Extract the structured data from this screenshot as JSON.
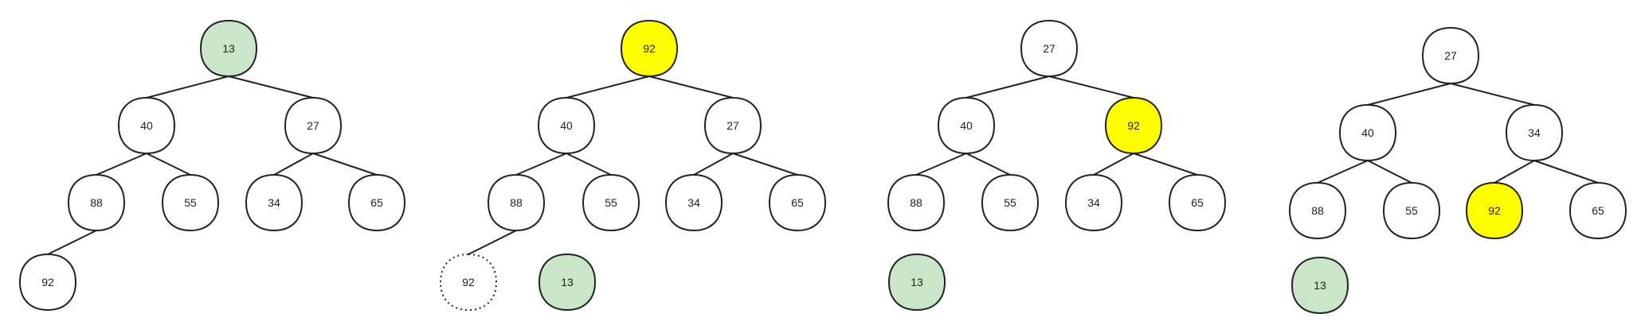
{
  "colors": {
    "default": "#ffffff",
    "removed": "#c9e6c9",
    "highlight": "#ffff00",
    "stroke": "#222222"
  },
  "trees": [
    {
      "name": "step-1",
      "nodes": [
        {
          "id": "a",
          "label": "13",
          "state": "removed"
        },
        {
          "id": "b",
          "label": "40",
          "state": "default"
        },
        {
          "id": "c",
          "label": "27",
          "state": "default"
        },
        {
          "id": "d",
          "label": "88",
          "state": "default"
        },
        {
          "id": "e",
          "label": "55",
          "state": "default"
        },
        {
          "id": "f",
          "label": "34",
          "state": "default"
        },
        {
          "id": "g",
          "label": "65",
          "state": "default"
        },
        {
          "id": "h",
          "label": "92",
          "state": "default"
        }
      ],
      "edges": [
        [
          "a",
          "b"
        ],
        [
          "a",
          "c"
        ],
        [
          "b",
          "d"
        ],
        [
          "b",
          "e"
        ],
        [
          "c",
          "f"
        ],
        [
          "c",
          "g"
        ],
        [
          "d",
          "h"
        ]
      ]
    },
    {
      "name": "step-2",
      "nodes": [
        {
          "id": "a",
          "label": "92",
          "state": "highlight"
        },
        {
          "id": "b",
          "label": "40",
          "state": "default"
        },
        {
          "id": "c",
          "label": "27",
          "state": "default"
        },
        {
          "id": "d",
          "label": "88",
          "state": "default"
        },
        {
          "id": "e",
          "label": "55",
          "state": "default"
        },
        {
          "id": "f",
          "label": "34",
          "state": "default"
        },
        {
          "id": "g",
          "label": "65",
          "state": "default"
        },
        {
          "id": "h",
          "label": "92",
          "state": "dotted"
        },
        {
          "id": "x",
          "label": "13",
          "state": "removed"
        }
      ],
      "edges": [
        [
          "a",
          "b"
        ],
        [
          "a",
          "c"
        ],
        [
          "b",
          "d"
        ],
        [
          "b",
          "e"
        ],
        [
          "c",
          "f"
        ],
        [
          "c",
          "g"
        ],
        [
          "d",
          "h"
        ]
      ]
    },
    {
      "name": "step-3",
      "nodes": [
        {
          "id": "a",
          "label": "27",
          "state": "default"
        },
        {
          "id": "b",
          "label": "40",
          "state": "default"
        },
        {
          "id": "c",
          "label": "92",
          "state": "highlight"
        },
        {
          "id": "d",
          "label": "88",
          "state": "default"
        },
        {
          "id": "e",
          "label": "55",
          "state": "default"
        },
        {
          "id": "f",
          "label": "34",
          "state": "default"
        },
        {
          "id": "g",
          "label": "65",
          "state": "default"
        },
        {
          "id": "x",
          "label": "13",
          "state": "removed"
        }
      ],
      "edges": [
        [
          "a",
          "b"
        ],
        [
          "a",
          "c"
        ],
        [
          "b",
          "d"
        ],
        [
          "b",
          "e"
        ],
        [
          "c",
          "f"
        ],
        [
          "c",
          "g"
        ]
      ]
    },
    {
      "name": "step-4",
      "nodes": [
        {
          "id": "a",
          "label": "27",
          "state": "default"
        },
        {
          "id": "b",
          "label": "40",
          "state": "default"
        },
        {
          "id": "c",
          "label": "34",
          "state": "default"
        },
        {
          "id": "d",
          "label": "88",
          "state": "default"
        },
        {
          "id": "e",
          "label": "55",
          "state": "default"
        },
        {
          "id": "f",
          "label": "92",
          "state": "highlight"
        },
        {
          "id": "g",
          "label": "65",
          "state": "default"
        },
        {
          "id": "x",
          "label": "13",
          "state": "removed"
        }
      ],
      "edges": [
        [
          "a",
          "b"
        ],
        [
          "a",
          "c"
        ],
        [
          "b",
          "d"
        ],
        [
          "b",
          "e"
        ],
        [
          "c",
          "f"
        ],
        [
          "c",
          "g"
        ]
      ]
    }
  ]
}
